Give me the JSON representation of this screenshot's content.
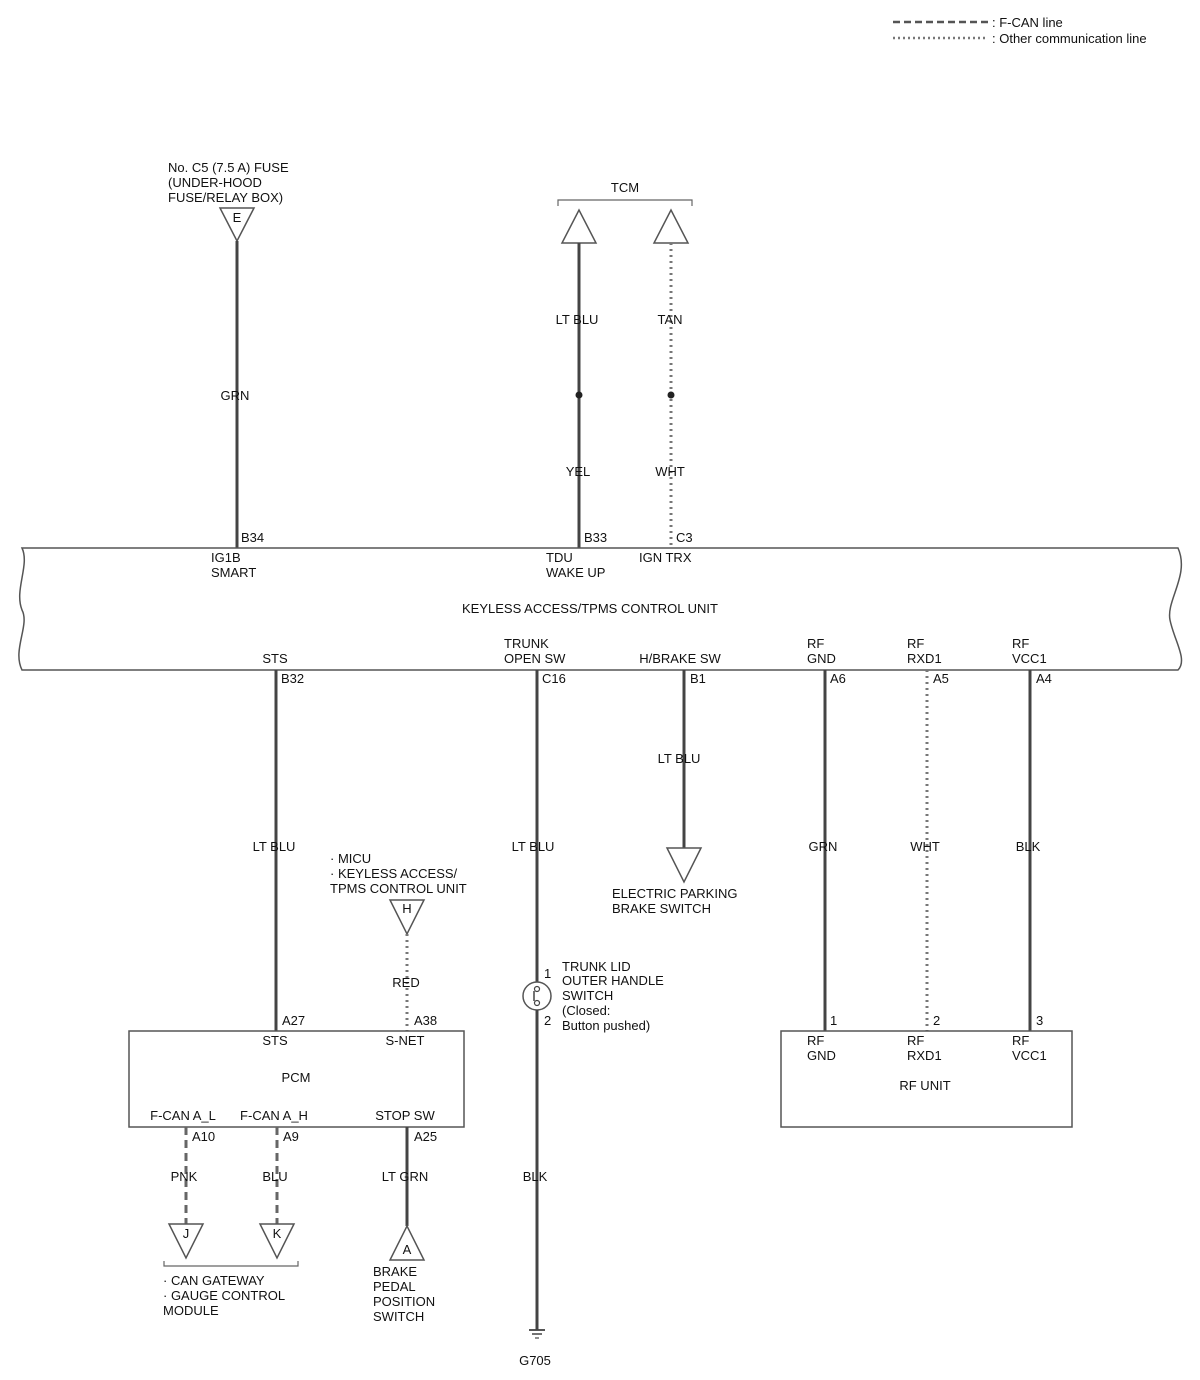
{
  "legend": {
    "fcan": ": F-CAN line",
    "other": ": Other communication line"
  },
  "fuse": {
    "line1": "No. C5 (7.5 A) FUSE",
    "line2": "(UNDER-HOOD",
    "line3": "FUSE/RELAY BOX)",
    "connector": "E"
  },
  "tcm": {
    "label": "TCM"
  },
  "wires": {
    "grn_top": "GRN",
    "ltblu_tcm": "LT BLU",
    "tan": "TAN",
    "yel": "YEL",
    "wht_tcm": "WHT",
    "ltblu_sts": "LT BLU",
    "ltblu_trunk": "LT BLU",
    "ltblu_hbrake": "LT BLU",
    "grn_rf": "GRN",
    "wht_rf": "WHT",
    "blk_rf": "BLK",
    "red": "RED",
    "pnk": "PNK",
    "blu": "BLU",
    "ltgrn": "LT GRN",
    "blk_ground": "BLK"
  },
  "control_unit": {
    "title": "KEYLESS ACCESS/TPMS CONTROL UNIT",
    "pins_top": {
      "b34": "B34",
      "b33": "B33",
      "c3": "C3"
    },
    "labels_top": {
      "ig1b": "IG1B",
      "smart": "SMART",
      "tdu": "TDU",
      "wakeup": "WAKE UP",
      "igntrx": "IGN TRX"
    },
    "labels_bottom": {
      "sts": "STS",
      "trunk1": "TRUNK",
      "trunk2": "OPEN SW",
      "hbrake": "H/BRAKE SW",
      "rfgnd1": "RF",
      "rfgnd2": "GND",
      "rfrxd1": "RF",
      "rfrxd2": "RXD1",
      "rfvcc1": "RF",
      "rfvcc2": "VCC1"
    },
    "pins_bottom": {
      "b32": "B32",
      "c16": "C16",
      "b1": "B1",
      "a6": "A6",
      "a5": "A5",
      "a4": "A4"
    }
  },
  "micu_note": {
    "line1": "· MICU",
    "line2": "· KEYLESS ACCESS/",
    "line3": "TPMS CONTROL UNIT",
    "connector": "H"
  },
  "epb": {
    "line1": "ELECTRIC PARKING",
    "line2": "BRAKE SWITCH"
  },
  "trunk_switch": {
    "pin1": "1",
    "pin2": "2",
    "line1": "TRUNK LID",
    "line2": "OUTER HANDLE",
    "line3": "SWITCH",
    "line4": "(Closed:",
    "line5": "Button pushed)"
  },
  "pcm": {
    "title": "PCM",
    "pins": {
      "a27": "A27",
      "a38": "A38",
      "a10": "A10",
      "a9": "A9",
      "a25": "A25"
    },
    "labels": {
      "sts": "STS",
      "snet": "S-NET",
      "fcanl": "F-CAN A_L",
      "fcanh": "F-CAN A_H",
      "stopsw": "STOP SW"
    }
  },
  "rf_unit": {
    "title": "RF UNIT",
    "pins": {
      "p1": "1",
      "p2": "2",
      "p3": "3"
    },
    "labels": {
      "gnd1": "RF",
      "gnd2": "GND",
      "rxd1": "RF",
      "rxd2": "RXD1",
      "vcc1": "RF",
      "vcc2": "VCC1"
    }
  },
  "bottom": {
    "j": "J",
    "k": "K",
    "a": "A",
    "gw1": "· CAN GATEWAY",
    "gw2": "· GAUGE CONTROL",
    "gw3": "MODULE",
    "bp1": "BRAKE",
    "bp2": "PEDAL",
    "bp3": "POSITION",
    "bp4": "SWITCH",
    "ground": "G705"
  }
}
